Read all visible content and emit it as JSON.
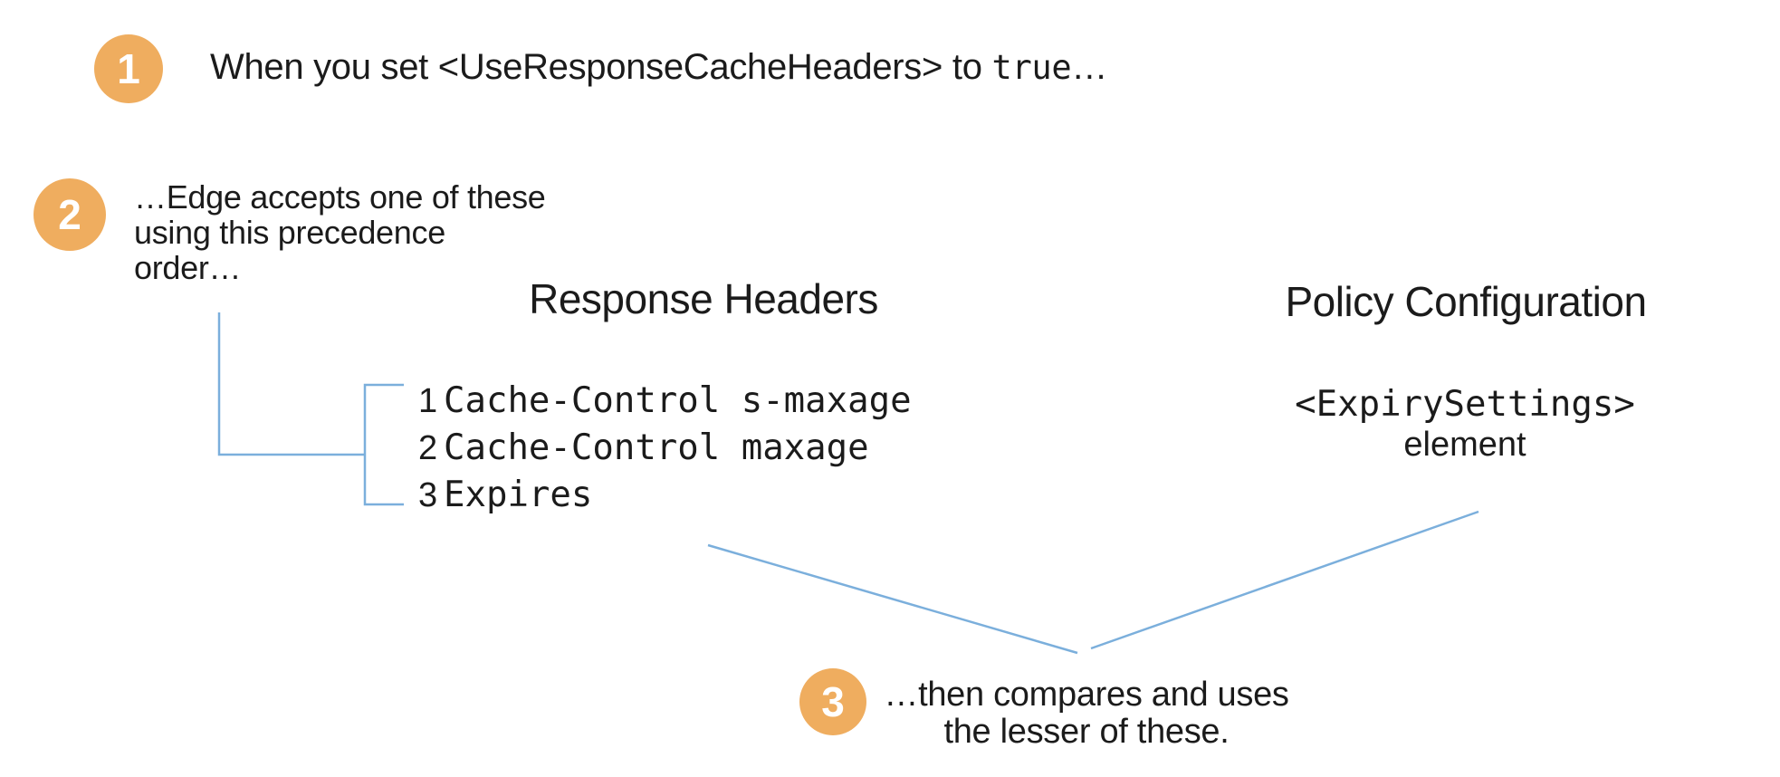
{
  "colors": {
    "badge": "#EFAD5F",
    "badge_text": "#FFFFFF",
    "line_blue": "#7BAFDC",
    "text": "#1B1B1B"
  },
  "steps": [
    {
      "number": "1",
      "text_prefix": "When you set <UseResponseCacheHeaders> to ",
      "text_code": "true",
      "text_suffix": "…"
    },
    {
      "number": "2",
      "lines": [
        "…Edge accepts one of these",
        "using this precedence",
        "order…"
      ]
    },
    {
      "number": "3",
      "lines": [
        "…then compares and uses",
        "the lesser of these."
      ]
    }
  ],
  "columns": {
    "response_headers": {
      "title": "Response Headers",
      "items": [
        {
          "rank": "1",
          "value": "Cache-Control s-maxage"
        },
        {
          "rank": "2",
          "value": "Cache-Control maxage"
        },
        {
          "rank": "3",
          "value": "Expires"
        }
      ]
    },
    "policy_configuration": {
      "title": "Policy Configuration",
      "code": "<ExpirySettings>",
      "label": "element"
    }
  }
}
